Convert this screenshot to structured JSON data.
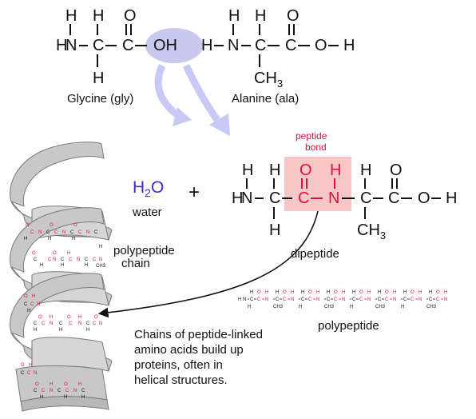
{
  "glycine": {
    "label": "Glycine (gly)",
    "atoms": {
      "H": "H",
      "N": "N",
      "C": "C",
      "O": "O",
      "OH": "OH"
    }
  },
  "alanine": {
    "label": "Alanine (ala)",
    "atoms": {
      "H": "H",
      "N": "N",
      "C": "C",
      "O": "O",
      "CH": "CH",
      "sub3": "3"
    }
  },
  "water": {
    "formula_h": "H",
    "formula_sub": "2",
    "formula_o": "O",
    "label": "water",
    "plus": "+"
  },
  "dipeptide": {
    "label": "dipeptide",
    "bond_label_line1": "peptide",
    "bond_label_line2": "bond",
    "atoms": {
      "H": "H",
      "N": "N",
      "C": "C",
      "O": "O",
      "CH": "CH",
      "sub3": "3"
    }
  },
  "helix": {
    "label_line1": "polypeptide",
    "label_line2": "chain",
    "atoms": {
      "H": "H",
      "N": "N",
      "C": "C",
      "O": "O",
      "CH3": "CH3"
    }
  },
  "polypeptide": {
    "label": "polypeptide"
  },
  "caption": {
    "line1": "Chains of peptide-linked",
    "line2": "amino acids build up",
    "line3": "proteins, often in",
    "line4": "helical structures."
  },
  "colors": {
    "highlight_ellipse": "#c9c9f0",
    "peptide_box": "#f7c6c6",
    "peptide_red": "#e0103a",
    "water_blue": "#3b2fc8",
    "arrow": "#c9c9f5",
    "ribbon": "#c8c8c8"
  }
}
